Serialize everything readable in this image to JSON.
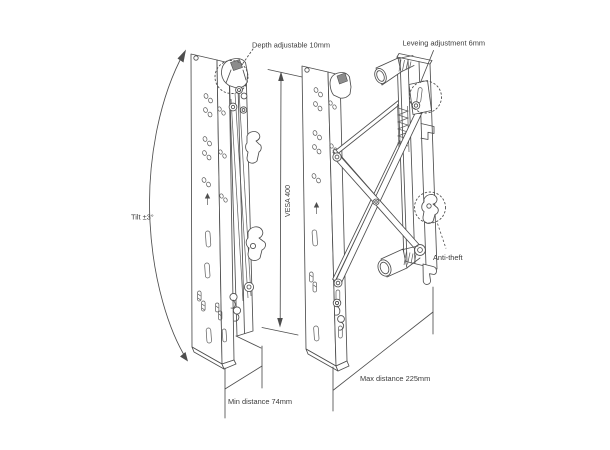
{
  "canvas": {
    "background": "#ffffff",
    "line_color": "#4e4e4e",
    "text_color": "#3b3b3b"
  },
  "diagram": {
    "labels": {
      "depth": "Depth adjustable 10mm",
      "leveling": "Leveing adjustment 6mm",
      "tilt": "Tilt ±3°",
      "vesa": "VESA 400",
      "anti_theft": "Anti-theft",
      "max_distance": "Max distance 225mm",
      "min_distance": "Min distance 74mm"
    }
  }
}
